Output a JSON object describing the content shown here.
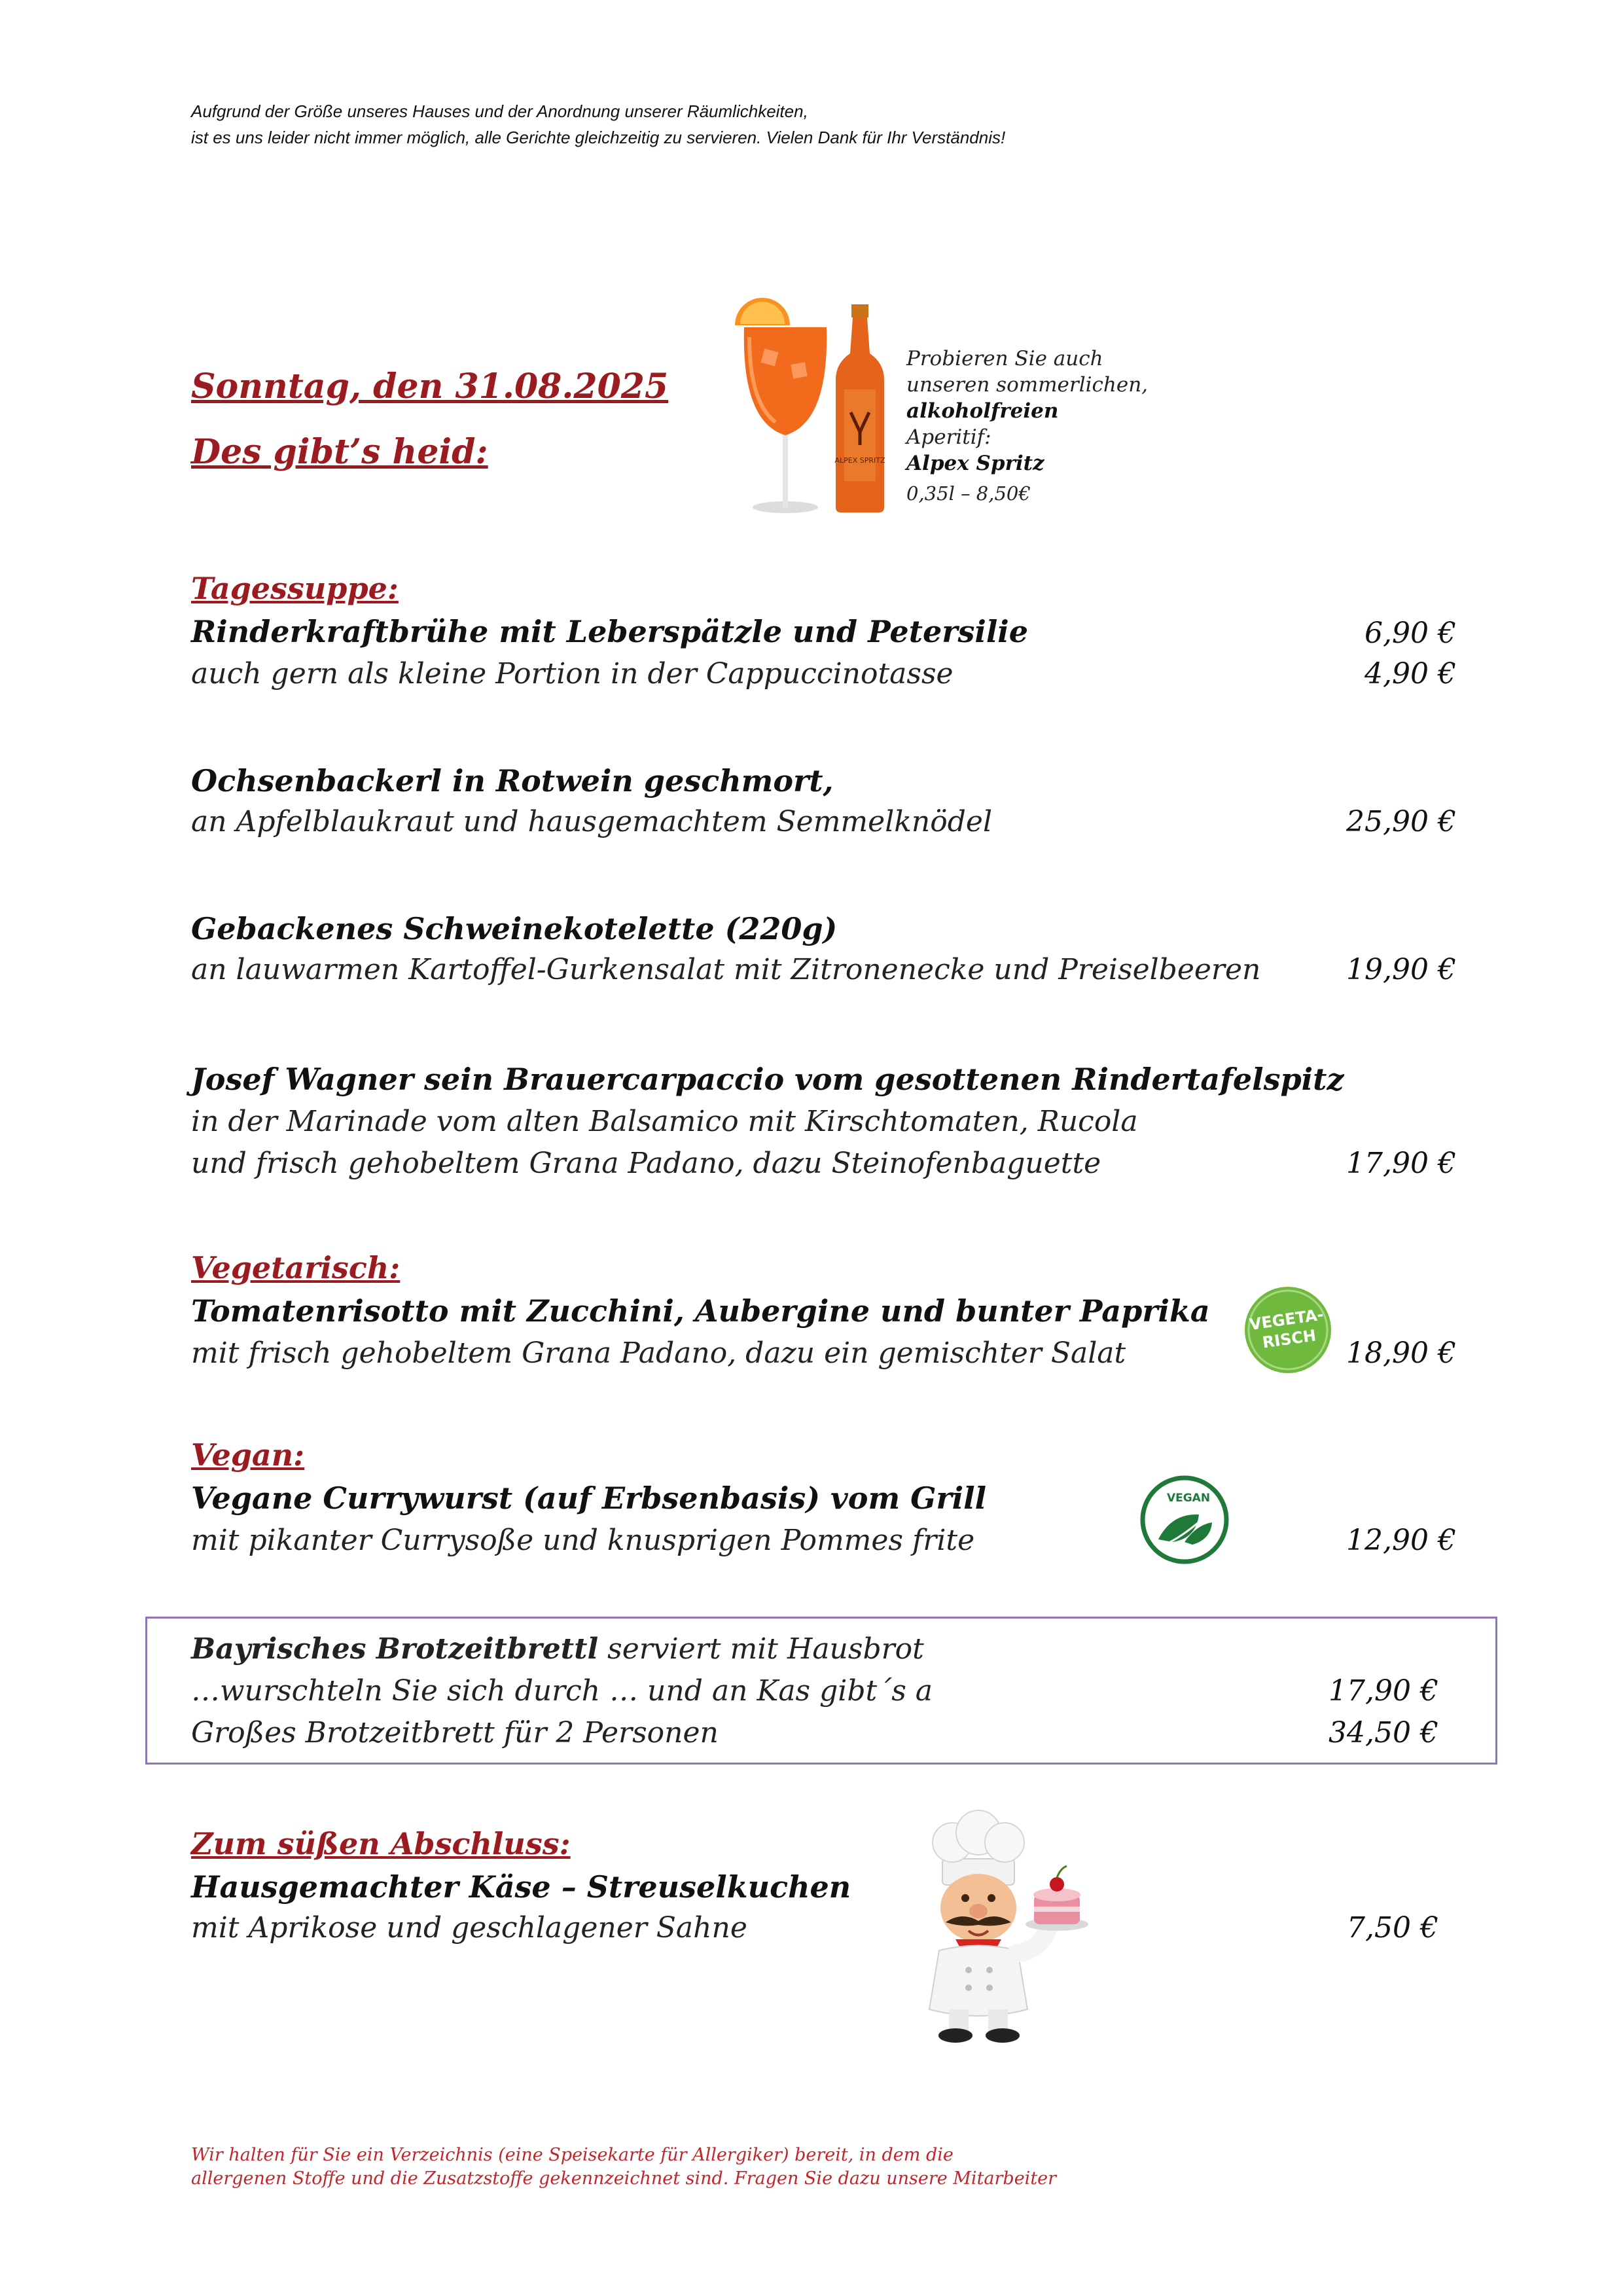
{
  "notice": {
    "line1": "Aufgrund der Größe unseres Hauses und der Anordnung unserer Räumlichkeiten,",
    "line2": "ist es uns leider nicht immer möglich, alle Gerichte gleichzeitig zu servieren.  Vielen Dank für Ihr Verständnis!"
  },
  "header": {
    "date": "Sonntag, den 31.08.2025",
    "subtitle": "Des gibt’s heid:"
  },
  "promo": {
    "line1": "Probieren Sie auch",
    "line2": "unseren sommerlichen,",
    "line3": "alkoholfreien",
    "line4": "Aperitif:",
    "line5": "Alpex Spritz",
    "line6": "0,35l – 8,50€",
    "bottle_label": "ALPEX SPRITZ"
  },
  "menu": {
    "soup": {
      "section": "Tagessuppe:",
      "name": "Rinderkraftbrühe mit Leberspätzle und Petersilie",
      "price": "6,90 €",
      "desc": "auch gern als kleine Portion in der Cappuccinotasse",
      "desc_price": "4,90 €"
    },
    "ochsen": {
      "name": "Ochsenbackerl in Rotwein geschmort,",
      "desc": "an Apfelblaukraut und hausgemachtem Semmelknödel",
      "price": "25,90 €"
    },
    "kotelett": {
      "name": "Gebackenes Schweinekotelette (220g)",
      "desc": "an lauwarmen Kartoffel-Gurkensalat mit Zitronenecke und Preiselbeeren",
      "price": "19,90 €"
    },
    "carpaccio": {
      "name": "Josef Wagner sein Brauercarpaccio vom gesottenen Rindertafelspitz",
      "desc1": "in der Marinade vom alten Balsamico mit Kirschtomaten, Rucola",
      "desc2": "und frisch gehobeltem Grana Padano, dazu Steinofenbaguette",
      "price": "17,90 €"
    },
    "vegetarian": {
      "section": "Vegetarisch:",
      "name": "Tomatenrisotto mit Zucchini, Aubergine und bunter Paprika",
      "desc": "mit frisch gehobeltem Grana Padano, dazu ein gemischter Salat",
      "price": "18,90 €",
      "badge_line1": "VEGETA-",
      "badge_line2": "RISCH"
    },
    "vegan": {
      "section": "Vegan:",
      "name": "Vegane Currywurst (auf Erbsenbasis) vom Grill",
      "desc": "mit pikanter Currysoße und knusprigen Pommes frite",
      "price": "12,90 €",
      "badge": "VEGAN"
    },
    "brotzeit": {
      "name": "Bayrisches Brotzeitbrettl",
      "name_suffix": " serviert mit Hausbrot",
      "desc": "…wurschteln Sie sich durch … und an Kas gibt´s a",
      "price": "17,90 €",
      "desc2": "Großes Brotzeitbrett für 2 Personen",
      "price2": "34,50 €"
    },
    "dessert": {
      "section": "Zum süßen Abschluss:",
      "name": "Hausgemachter Käse – Streuselkuchen",
      "desc": "mit Aprikose und  geschlagener Sahne",
      "price": "7,50 €"
    }
  },
  "footer": {
    "line1": "Wir halten für Sie ein Verzeichnis (eine Speisekarte für Allergiker) bereit, in dem die",
    "line2": "allergenen Stoffe und die Zusatzstoffe gekennzeichnet sind. Fragen Sie dazu unsere Mitarbeiter"
  },
  "colors": {
    "accent_red": "#9b1c20",
    "footer_red": "#c0262b",
    "box_border": "#8e74b8",
    "veg_green": "#6fba3e",
    "vegan_green": "#1f7a3a",
    "spritz_orange": "#f0641e"
  }
}
